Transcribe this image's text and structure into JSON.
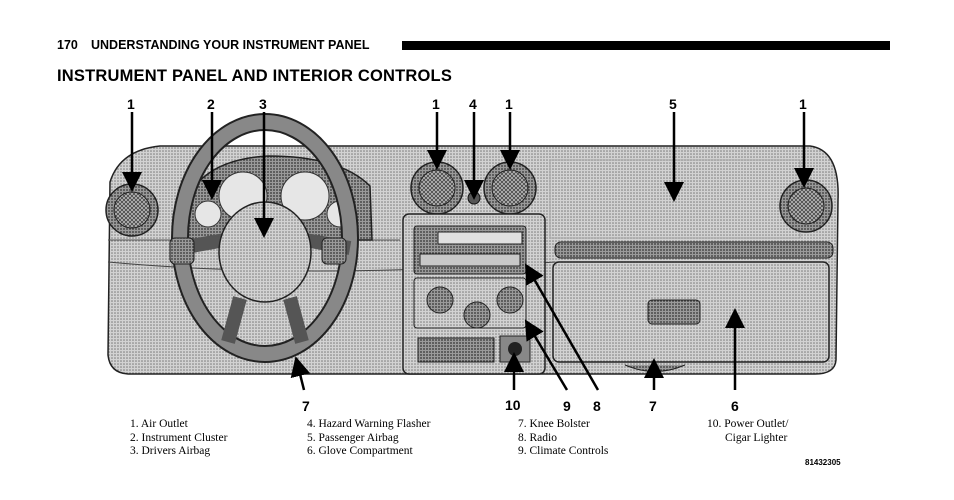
{
  "header": {
    "page_number": "170",
    "section": "UNDERSTANDING YOUR INSTRUMENT PANEL"
  },
  "title": "INSTRUMENT PANEL AND INTERIOR CONTROLS",
  "callouts": {
    "c1a": "1",
    "c2": "2",
    "c3": "3",
    "c1b": "1",
    "c4": "4",
    "c1c": "1",
    "c5": "5",
    "c1d": "1",
    "c7a": "7",
    "c10": "10",
    "c9": "9",
    "c8": "8",
    "c7b": "7",
    "c6": "6"
  },
  "legend": {
    "col1": [
      "1. Air Outlet",
      "2. Instrument Cluster",
      "3. Drivers Airbag"
    ],
    "col2": [
      "4. Hazard Warning Flasher",
      "5. Passenger Airbag",
      "6. Glove Compartment"
    ],
    "col3": [
      "7. Knee Bolster",
      "8. Radio",
      "9. Climate Controls"
    ],
    "col4_line1": "10. Power Outlet/",
    "col4_line2": "Cigar Lighter"
  },
  "figure_id": "81432305"
}
